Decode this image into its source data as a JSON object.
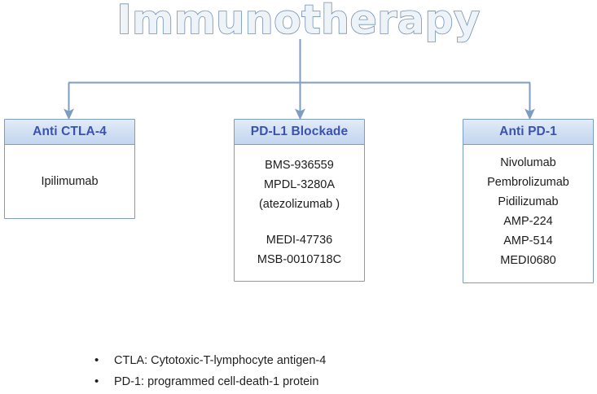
{
  "diagram": {
    "title": "Immunotherapy",
    "accent_color": "#7d9dc0",
    "header_text_color": "#3b52b0",
    "title_outline_color": "#6f8fb5",
    "title_fill_color": "#eef3f7",
    "nodes": [
      {
        "id": "anti-ctla4",
        "header": "Anti CTLA-4",
        "items": [
          "Ipilimumab"
        ]
      },
      {
        "id": "pd-l1-blockade",
        "header": "PD-L1 Blockade",
        "items": [
          "BMS-936559",
          "MPDL-3280A",
          "(atezolizumab )",
          "",
          "MEDI-47736",
          "MSB-0010718C"
        ]
      },
      {
        "id": "anti-pd1",
        "header": "Anti PD-1",
        "items": [
          "Nivolumab",
          "Pembrolizumab",
          "Pidilizumab",
          "AMP-224",
          "AMP-514",
          "MEDI0680"
        ]
      }
    ]
  },
  "legend": {
    "bullet": "•",
    "items": [
      "CTLA: Cytotoxic-T-lymphocyte antigen-4",
      "PD-1: programmed cell-death-1 protein"
    ]
  }
}
